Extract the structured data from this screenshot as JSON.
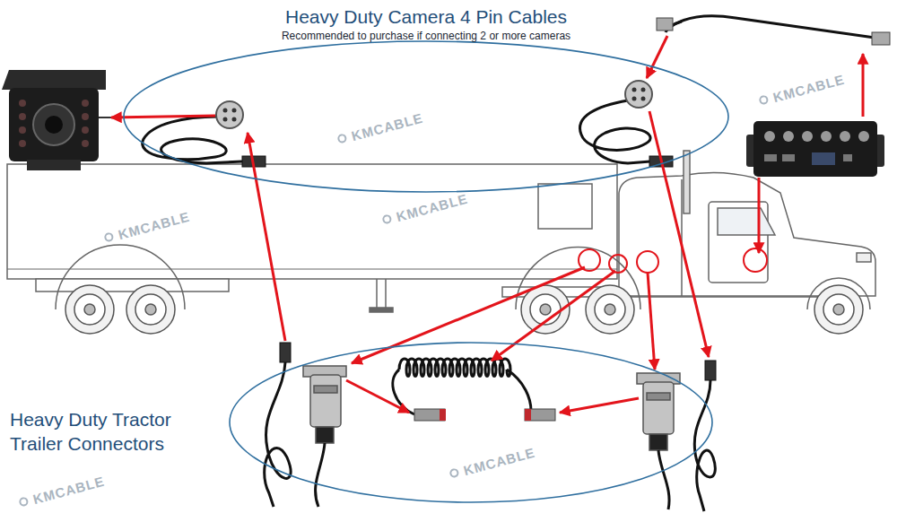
{
  "diagram": {
    "nodes": [
      {
        "text": [
          "Heavy Duty Camera 4 Pin Cables",
          "Recommended to purchase if connecting 2 or more cameras"
        ]
      },
      {
        "text": [
          "Heavy Duty Tractor Trailer Connectors"
        ]
      }
    ],
    "labels": [
      "KMCABLE",
      "KMCABLE",
      "KMCABLE",
      "KMCABLE",
      "KMCABLE",
      "KMCABLE"
    ]
  }
}
